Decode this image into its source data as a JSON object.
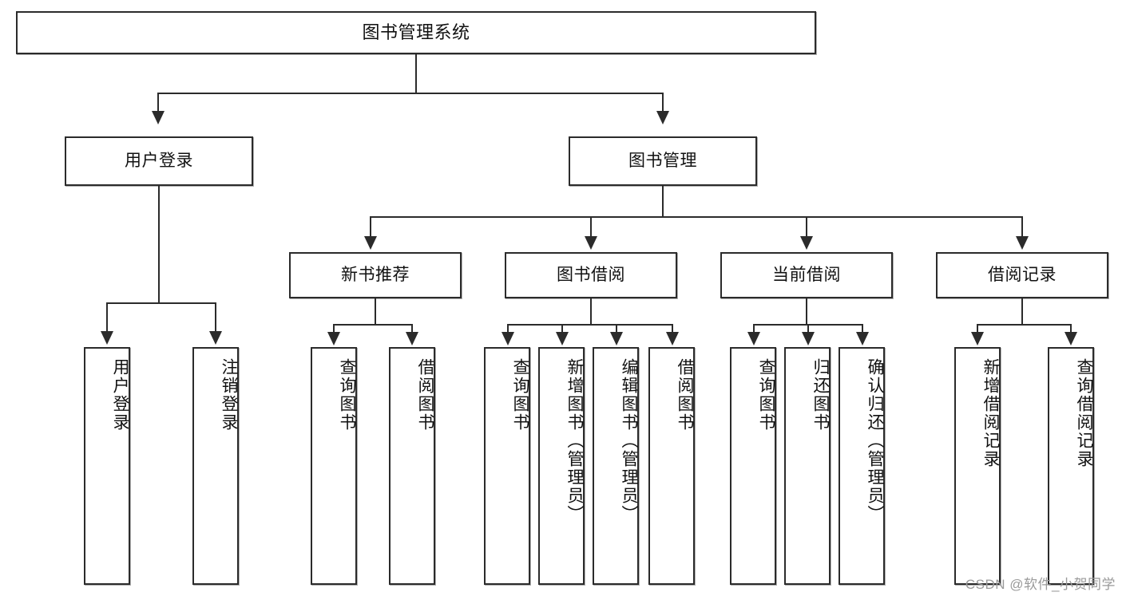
{
  "diagram": {
    "type": "tree",
    "title": "图书管理系统",
    "watermark": "CSDN @软件_小贺同学",
    "colors": {
      "box_border": "#2b2b2b",
      "box_fill": "#ffffff",
      "line": "#2b2b2b",
      "text": "#111111",
      "watermark": "#9a9a9a"
    },
    "nodes": {
      "root": {
        "label": "图书管理系统"
      },
      "level1": [
        {
          "label": "用户登录"
        },
        {
          "label": "图书管理"
        }
      ],
      "level2": [
        {
          "label": "新书推荐"
        },
        {
          "label": "图书借阅"
        },
        {
          "label": "当前借阅"
        },
        {
          "label": "借阅记录"
        }
      ],
      "leaves_user_login": [
        {
          "label": "用户登录"
        },
        {
          "label": "注销登录"
        }
      ],
      "leaves_new_book": [
        {
          "label": "查询图书"
        },
        {
          "label": "借阅图书"
        }
      ],
      "leaves_book_borrow": [
        {
          "label": "查询图书"
        },
        {
          "label": "新增图书（管理员）"
        },
        {
          "label": "编辑图书（管理员）"
        },
        {
          "label": "借阅图书"
        }
      ],
      "leaves_current_borrow": [
        {
          "label": "查询图书"
        },
        {
          "label": "归还图书"
        },
        {
          "label": "确认归还（管理员）"
        }
      ],
      "leaves_borrow_record": [
        {
          "label": "新增借阅记录"
        },
        {
          "label": "查询借阅记录"
        }
      ]
    }
  }
}
